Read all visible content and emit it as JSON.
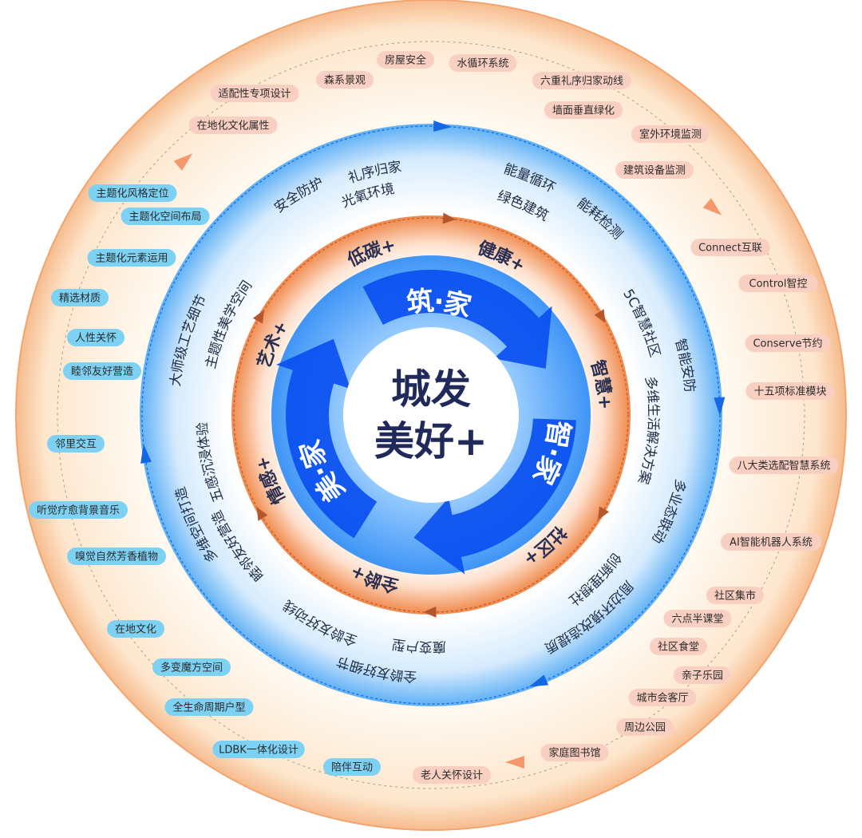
{
  "center": {
    "line1": "城发",
    "line2": "美好+"
  },
  "inner_labels": [
    "筑·家",
    "智·家",
    "美·家"
  ],
  "orange_ring_labels": [
    "低碳+",
    "健康+",
    "智慧+",
    "社区+",
    "全龄+",
    "情感+",
    "艺术+"
  ],
  "blue_ring_labels": [
    "安全防护",
    "礼序归家",
    "光氧环境",
    "能量循环",
    "绿色建筑",
    "能耗检测",
    "5C智慧社区",
    "智能安防",
    "多维生活解决方案",
    "多业态联动",
    "创新理想社",
    "周边环境改造提质",
    "魔变户型",
    "全龄友好动线",
    "全龄友好细节",
    "多维空间打造",
    "睦邻友好营造",
    "五感沉浸体验",
    "大师级工艺细节",
    "主题性美学空间"
  ],
  "pink_pills": [
    "房屋安全",
    "水循环系统",
    "六重礼序归家动线",
    "墙面垂直绿化",
    "室外环境监测",
    "建筑设备监测",
    "森系景观",
    "适配性专项设计",
    "在地化文化属性",
    "Connect互联",
    "Control智控",
    "Conserve节约",
    "十五项标准模块",
    "八大类选配智慧系统",
    "AI智能机器人系统",
    "社区集市",
    "六点半课堂",
    "社区食堂",
    "亲子乐园",
    "城市会客厅",
    "周边公园",
    "家庭图书馆",
    "老人关怀设计"
  ],
  "blue_pills": [
    "主题化风格定位",
    "主题化空间布局",
    "主题化元素运用",
    "精选材质",
    "人性关怀",
    "睦邻友好营造",
    "邻里交互",
    "听觉疗愈背景音乐",
    "嗅觉自然芳香植物",
    "在地文化",
    "多变魔方空间",
    "全生命周期户型",
    "LDBK一体化设计",
    "陪伴互动"
  ],
  "colors": {
    "pink_pill": "#f9cfc2",
    "blue_pill": "#7dd2f4",
    "arrow_blue": "#0a4ff0",
    "ring_orange": "#f0884a",
    "ring_blue": "#5aaef5"
  }
}
